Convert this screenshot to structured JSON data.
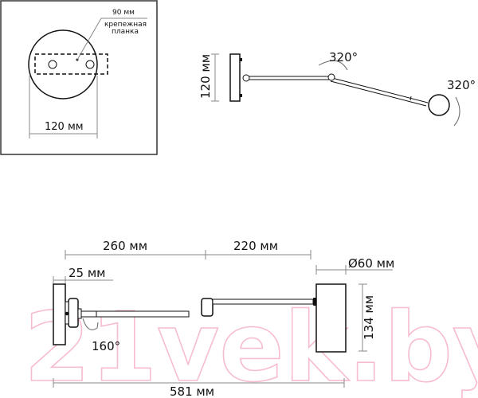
{
  "watermark": {
    "text": "21vek.by",
    "color": "#f7bcd0"
  },
  "top_left_panel": {
    "plate_width_label": "90 мм",
    "plate_note_line1": "крепежная",
    "plate_note_line2": "планка",
    "base_diameter_label": "120 мм"
  },
  "side_view": {
    "height_label": "120 мм",
    "joint1_rotation_label": "320°",
    "joint2_rotation_label": "320°"
  },
  "front_view": {
    "arm1_length_label": "260 мм",
    "arm2_length_label": "220 мм",
    "base_depth_label": "25 мм",
    "shade_diameter_label": "Ø60 мм",
    "shade_height_label": "134 мм",
    "base_rotation_label": "160°",
    "total_length_label": "581 мм"
  },
  "colors": {
    "line": "#111111",
    "dimension": "#888888",
    "frame": "#333333"
  }
}
